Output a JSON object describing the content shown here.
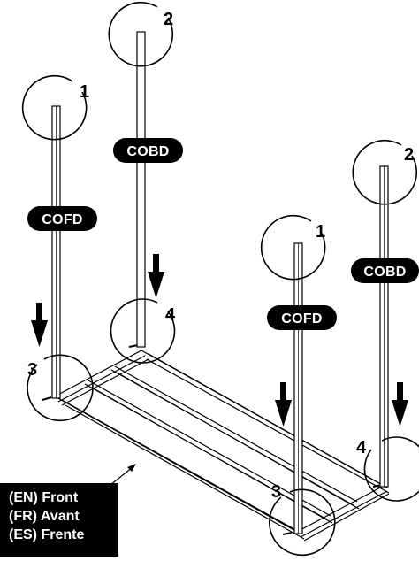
{
  "callouts": {
    "leg_front_left": "1",
    "leg_back_left": "2",
    "leg_front_right": "1",
    "leg_back_right": "2",
    "corner_front_left": "3",
    "corner_back_left": "4",
    "corner_front_right": "3",
    "corner_back_right": "4"
  },
  "part_labels": {
    "front_left": "COFD",
    "back_left": "COBD",
    "front_right": "COFD",
    "back_right": "COBD"
  },
  "front_label": {
    "en": "(EN) Front",
    "fr": "(FR) Avant",
    "es": "(ES) Frente"
  },
  "colors": {
    "line": "#000000",
    "pill_bg": "#000000",
    "pill_text": "#ffffff",
    "background": "#ffffff"
  }
}
